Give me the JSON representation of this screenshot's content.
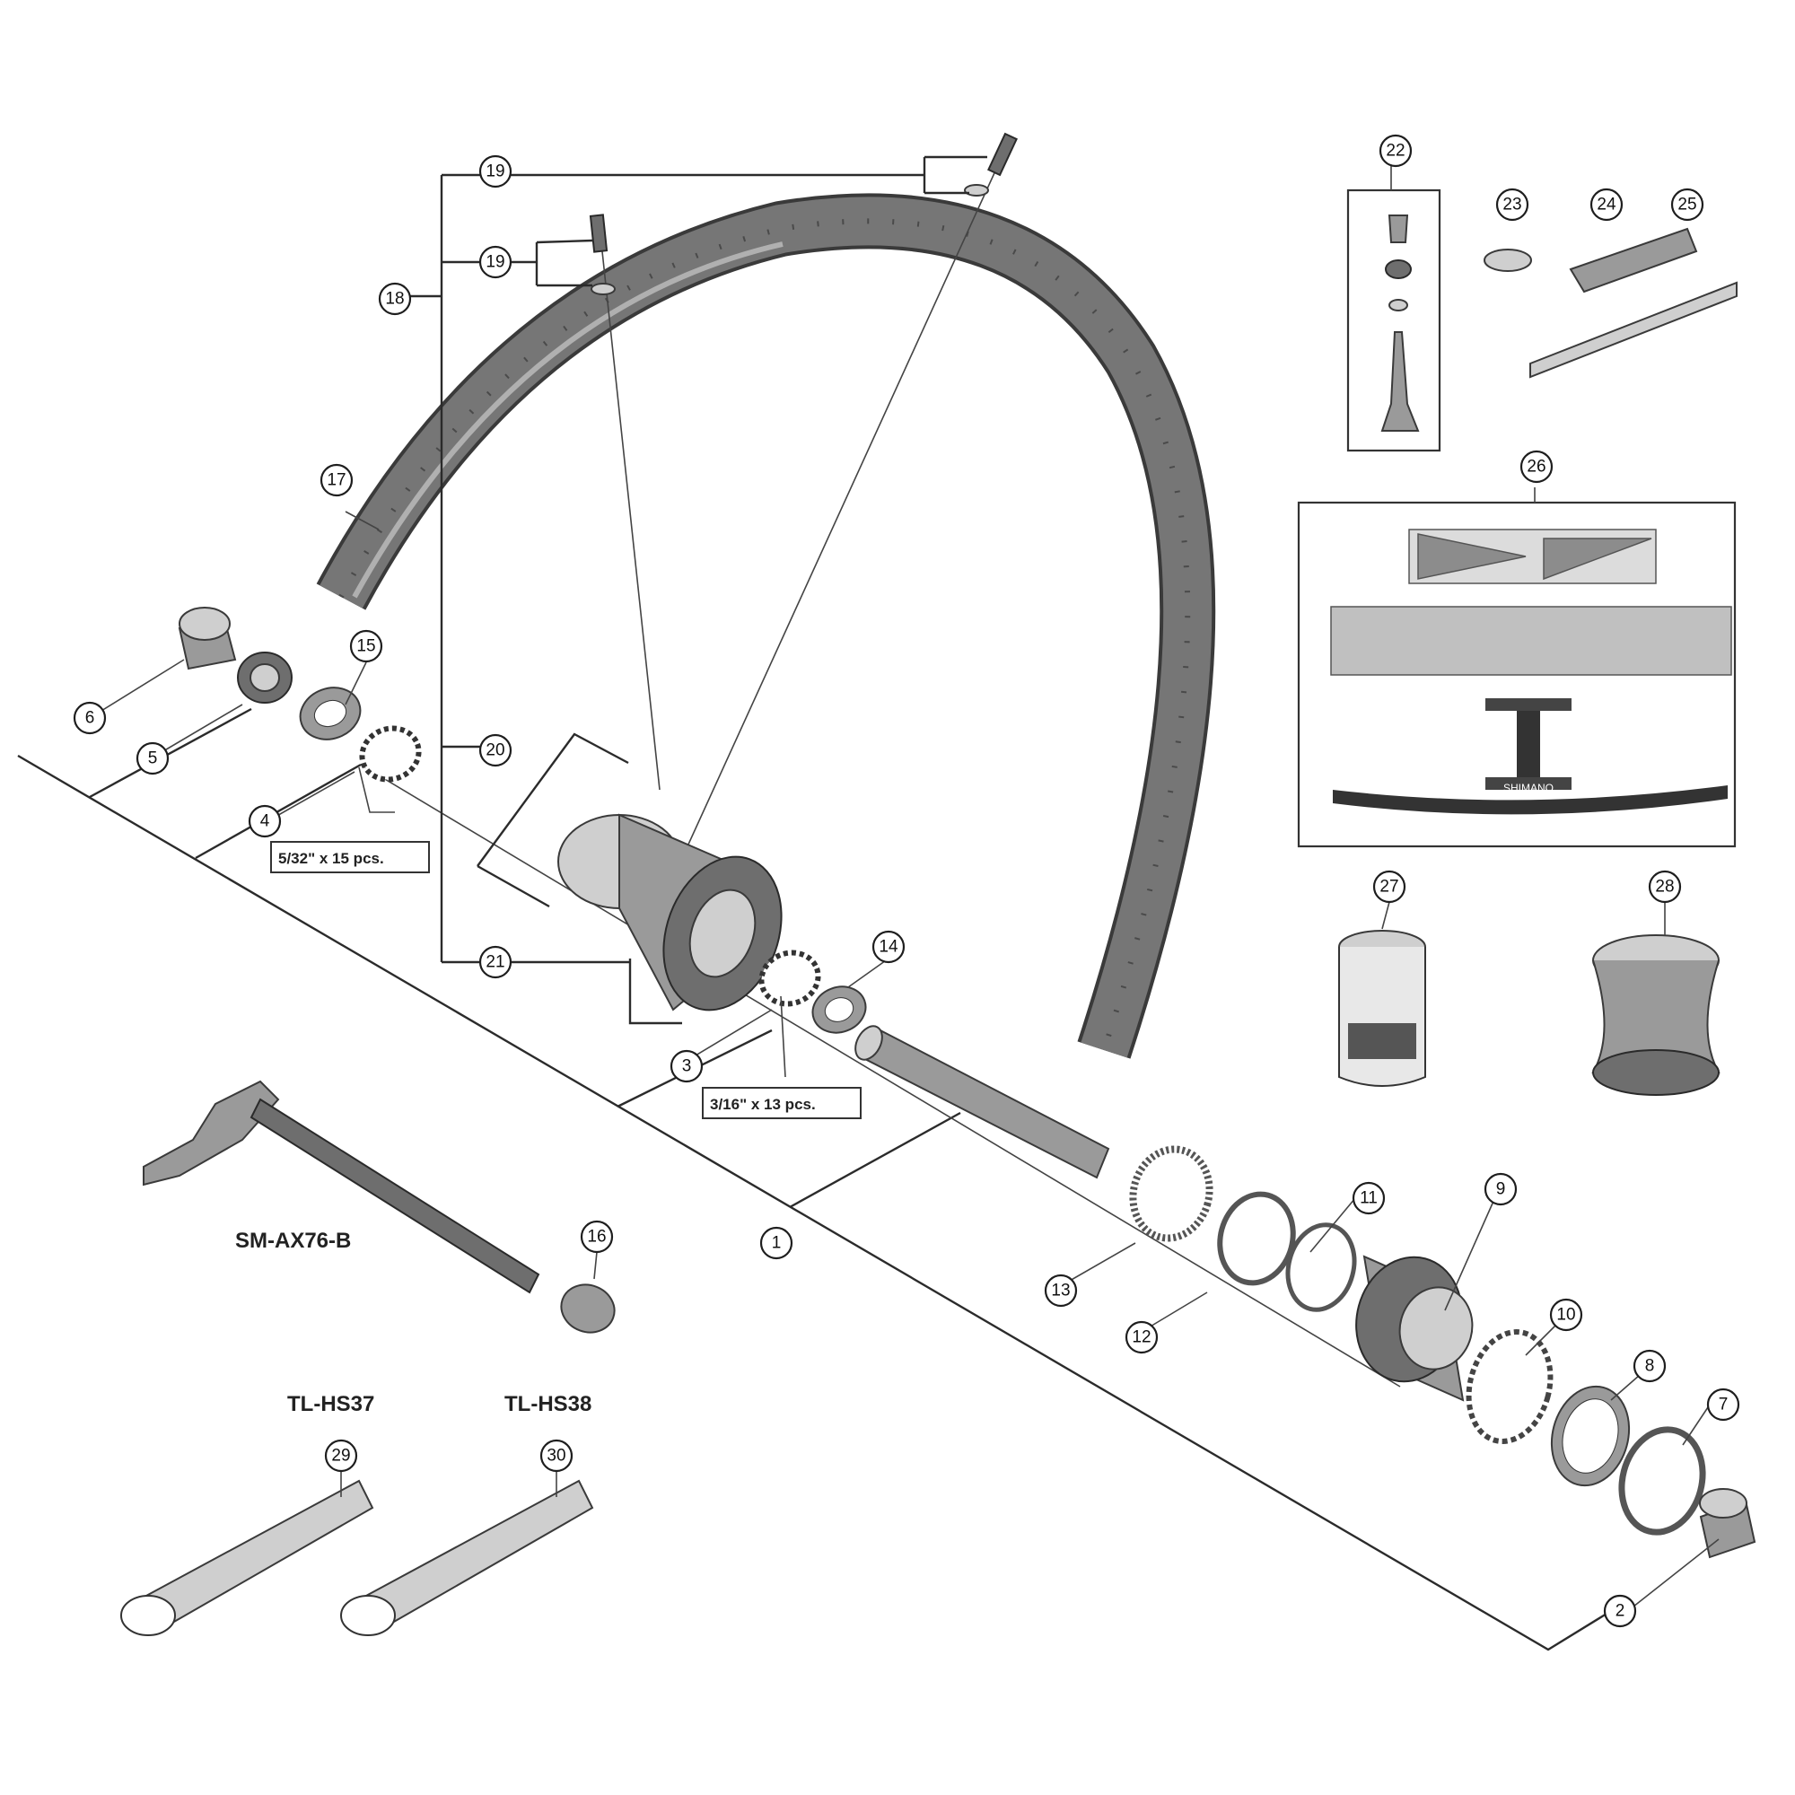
{
  "title": "",
  "models": {
    "axle": "SM-AX76-B",
    "tool_29": "TL-HS37",
    "tool_30": "TL-HS38"
  },
  "notes": {
    "rear_balls": "5/32\" x 15 pcs.",
    "front_balls": "3/16\" x 13 pcs."
  },
  "callouts": [
    "1",
    "2",
    "3",
    "4",
    "5",
    "6",
    "7",
    "8",
    "9",
    "10",
    "11",
    "12",
    "13",
    "14",
    "15",
    "16",
    "17",
    "18",
    "19",
    "20",
    "21",
    "22",
    "23",
    "24",
    "25",
    "26",
    "27",
    "28",
    "29",
    "30"
  ],
  "colors": {
    "line": "#2b2b2b",
    "part_fill": "#9a9a9a",
    "part_dark": "#6e6e6e",
    "background": "#ffffff"
  },
  "decal_brand": "SHIMANO"
}
